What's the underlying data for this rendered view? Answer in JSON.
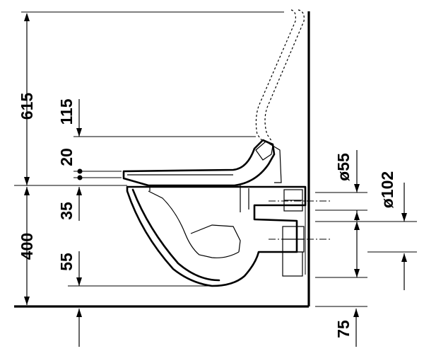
{
  "dimensions": {
    "d615": "615",
    "d400": "400",
    "d115": "115",
    "d20": "20",
    "d35": "35",
    "d55": "55",
    "d75": "75",
    "dia55": "ø55",
    "dia102": "ø102"
  },
  "colors": {
    "ink": "#000000",
    "background": "#ffffff"
  }
}
